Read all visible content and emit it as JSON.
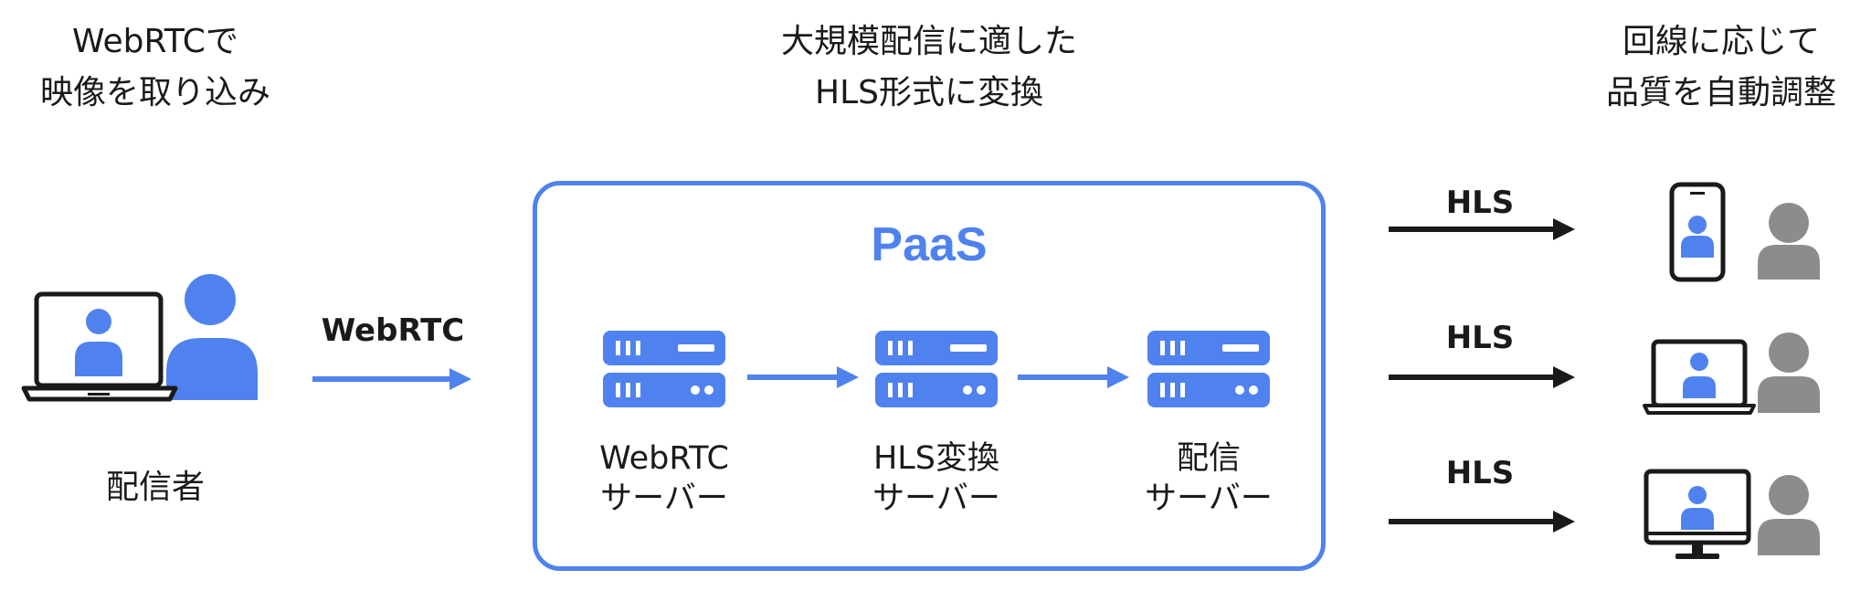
{
  "captions": {
    "ingest": [
      "WebRTCで",
      "映像を取り込み"
    ],
    "convert": [
      "大規模配信に適した",
      "HLS形式に変換"
    ],
    "adjust": [
      "回線に応じて",
      "品質を自動調整"
    ]
  },
  "broadcaster_label": "配信者",
  "webrtc_label": "WebRTC",
  "paas": {
    "title": "PaaS",
    "servers": [
      {
        "line1": "WebRTC",
        "line2": "サーバー"
      },
      {
        "line1": "HLS変換",
        "line2": "サーバー"
      },
      {
        "line1": "配信",
        "line2": "サーバー"
      }
    ]
  },
  "outputs": [
    {
      "label": "HLS",
      "device": "smartphone-icon"
    },
    {
      "label": "HLS",
      "device": "laptop-icon"
    },
    {
      "label": "HLS",
      "device": "desktop-monitor-icon"
    }
  ],
  "colors": {
    "accent": "#4f82ee",
    "dark": "#1a1a1a",
    "viewer_gray": "#8c8c8c"
  }
}
